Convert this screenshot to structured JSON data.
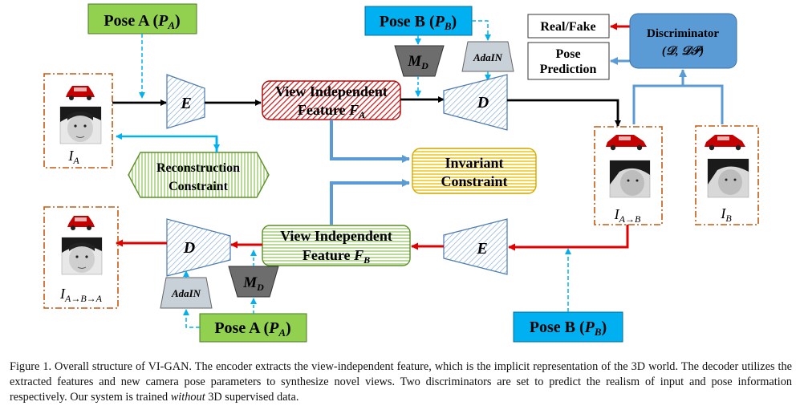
{
  "diagram": {
    "pose_a_top": "Pose A (",
    "pose_b_top": "Pose B (",
    "pose_a_bottom": "Pose A (",
    "pose_b_bottom": "Pose B (",
    "pose_a_sym": "P",
    "pose_a_sub": "A",
    "pose_b_sym": "P",
    "pose_b_sub": "B",
    "encoder": "E",
    "decoder": "D",
    "md": "M",
    "md_sub": "D",
    "adain": "AdaIN",
    "vif_a_line1": "View Independent",
    "vif_a_line2": "Feature ",
    "vif_a_sym": "F",
    "vif_a_sub": "A",
    "vif_b_line1": "View Independent",
    "vif_b_line2": "Feature ",
    "vif_b_sym": "F",
    "vif_b_sub": "B",
    "recon_line1": "Reconstruction",
    "recon_line2": "Constraint",
    "inv_line1": "Invariant",
    "inv_line2": "Constraint",
    "real_fake": "Real/Fake",
    "pose_pred_line1": "Pose",
    "pose_pred_line2": "Prediction",
    "disc_title": "Discriminator",
    "disc_sub": "(𝒟, 𝒟𝒫)",
    "img_a_label": "I",
    "img_a_sub": "A",
    "img_ab_label": "I",
    "img_ab_sub": "A→B",
    "img_b_label": "I",
    "img_b_sub": "B",
    "img_aba_label": "I",
    "img_aba_sub": "A→B→A",
    "colors": {
      "green_box": "#92d050",
      "blue_box": "#00b0f0",
      "disc_box": "#5b9bd5",
      "red_arrow": "#e00000",
      "blue_arrow": "#5b9bd5",
      "dash_arrow": "#00b0f0",
      "frame": "#c55a11",
      "md_fill": "#6d6d6d",
      "adain_fill": "#c8d0d8"
    }
  },
  "caption": {
    "p1": "Figure 1. Overall structure of VI-GAN. The encoder extracts the view-independent feature, which is the implicit representation of the 3D world. The decoder utilizes the extracted features and new camera pose parameters to synthesize novel views. Two discriminators are set to predict the realism of input and pose information respectively. Our system is trained ",
    "em": "without",
    "p2": " 3D supervised data."
  }
}
